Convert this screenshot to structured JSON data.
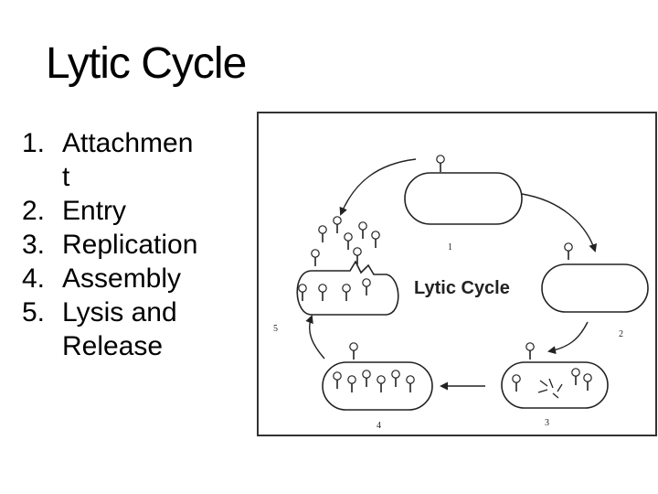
{
  "title": "Lytic Cycle",
  "steps": [
    {
      "num": "1.",
      "text": "Attachment"
    },
    {
      "num": "2.",
      "text": "Entry"
    },
    {
      "num": "3.",
      "text": "Replication"
    },
    {
      "num": "4.",
      "text": "Assembly"
    },
    {
      "num": "5.",
      "text": "Lysis and Release"
    }
  ],
  "figure": {
    "center_label": "Lytic Cycle",
    "stage_numbers": [
      "1",
      "2",
      "3",
      "4",
      "5"
    ]
  }
}
